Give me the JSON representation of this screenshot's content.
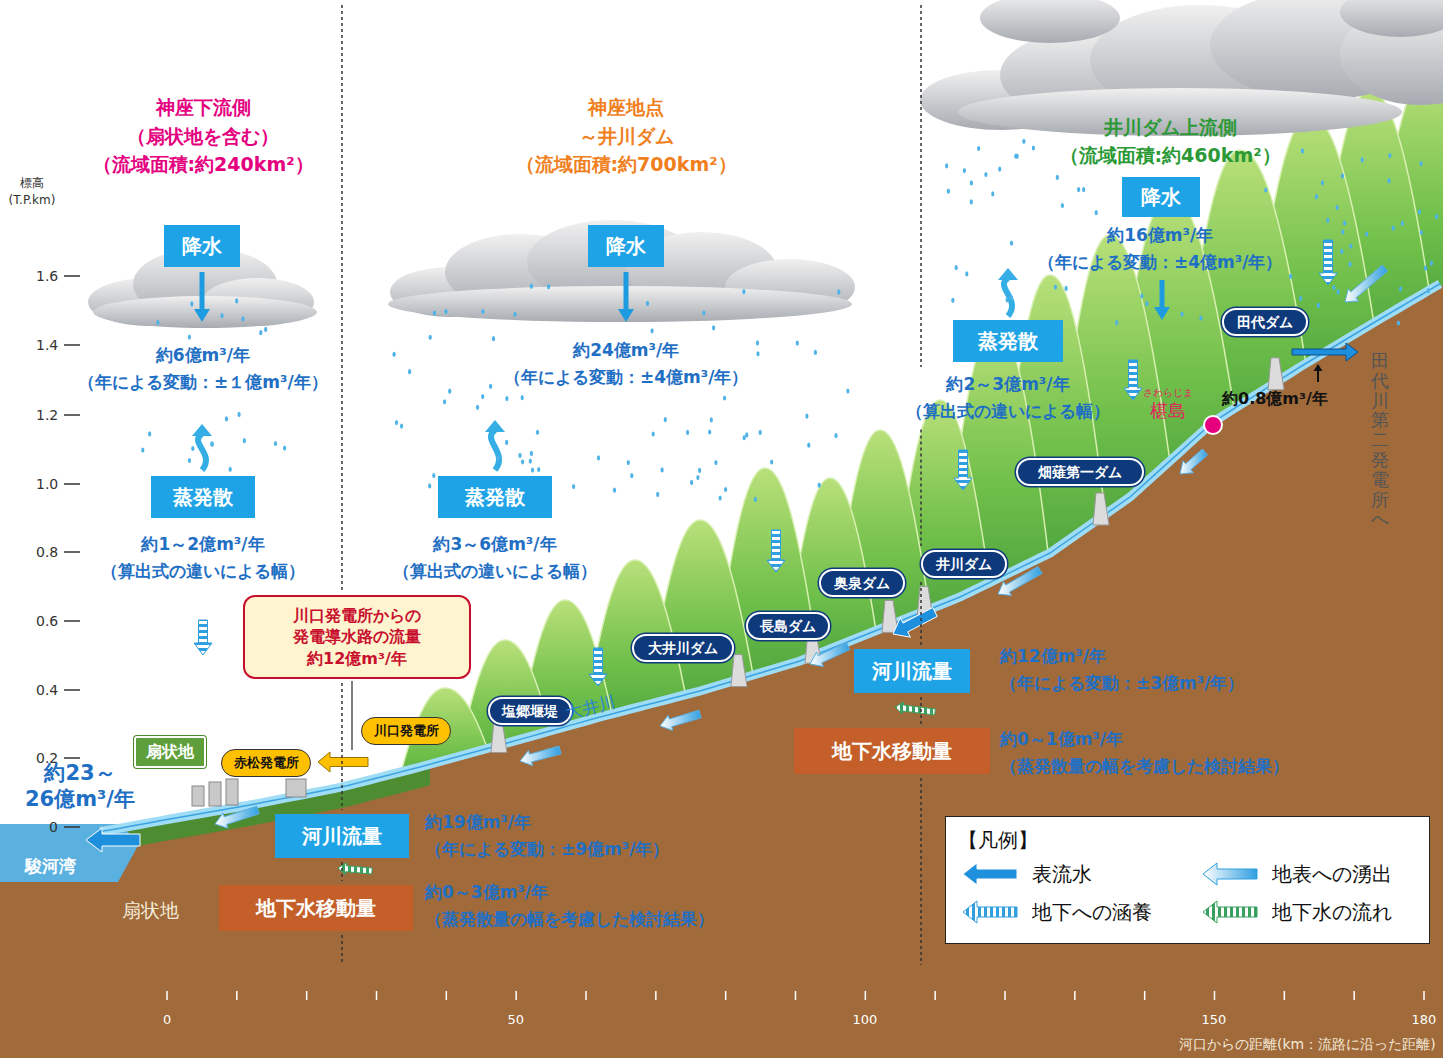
{
  "diagram": {
    "nodes": [
      {
        "text": [
          "降水"
        ]
      },
      {
        "text": [
          "蒸発散"
        ]
      },
      {
        "text": [
          "降水"
        ]
      },
      {
        "text": [
          "蒸発散"
        ]
      },
      {
        "text": [
          "降水"
        ]
      },
      {
        "text": [
          "蒸発散"
        ]
      },
      {
        "text": [
          "田代ダム"
        ]
      },
      {
        "text": [
          "畑薙第一ダム"
        ]
      },
      {
        "text": [
          "井川ダム"
        ]
      },
      {
        "text": [
          "奥泉ダム"
        ]
      },
      {
        "text": [
          "長島ダム"
        ]
      },
      {
        "text": [
          "大井川ダム"
        ]
      },
      {
        "text": [
          "塩郷堰堤"
        ]
      },
      {
        "text": [
          "川口発電所からの 発電導水路の流量 約12億m³/年"
        ]
      },
      {
        "text": [
          "河川流量"
        ]
      },
      {
        "text": [
          "地下水移動量"
        ]
      },
      {
        "text": [
          "赤松発電所"
        ]
      },
      {
        "text": [
          "川口発電所"
        ]
      },
      {
        "text": [
          "扇状地"
        ]
      },
      {
        "text": [
          "河川流量"
        ]
      },
      {
        "text": [
          "地下水移動量"
        ]
      }
    ],
    "labels": [
      "神座下流側 （扇状地を含む） （流域面積:約240km²）",
      "神座地点 ～井川ダム （流域面積:約700km²）",
      "井川ダム上流側 （流域面積:約460km²）",
      "約6億m³/年 （年による変動：±１億m³/年）",
      "約1～2億m³/年 （算出式の違いによる幅）",
      "約24億m³/年 （年による変動：±4億m³/年）",
      "約3～6億m³/年 （算出式の違いによる幅）",
      "約16億m³/年 （年による変動：±4億m³/年）",
      "約2～3億m³/年 （算出式の違いによる幅）",
      "さわらじま",
      "椹島",
      "約0.8億m³/年",
      "田代川第二発電所へ",
      "大井川",
      "約12億m³/年 （年による変動：±3億m³/年）",
      "約0～1億m³/年 （蒸発散量の幅を考慮した検討結果）",
      "約23～ 26億m³/年",
      "駿河湾",
      "扇状地",
      "約19億m³/年 （年による変動：±9億m³/年）",
      "約0～3億m³/年 （蒸発散量の幅を考慮した検討結果）",
      "標高 (T.P.km)",
      "1.6",
      "1.4",
      "1.2",
      "1.0",
      "0.8",
      "0.6",
      "0.4",
      "0.2",
      "0",
      "0",
      "50",
      "100",
      "150",
      "180",
      "河口からの距離(km：流路に沿った距離)",
      "【凡例】"
    ],
    "legend": [
      {
        "text": "表流水"
      },
      {
        "text": "地表への湧出"
      },
      {
        "text": "地下への涵養"
      },
      {
        "text": "地下水の流れ"
      }
    ]
  }
}
